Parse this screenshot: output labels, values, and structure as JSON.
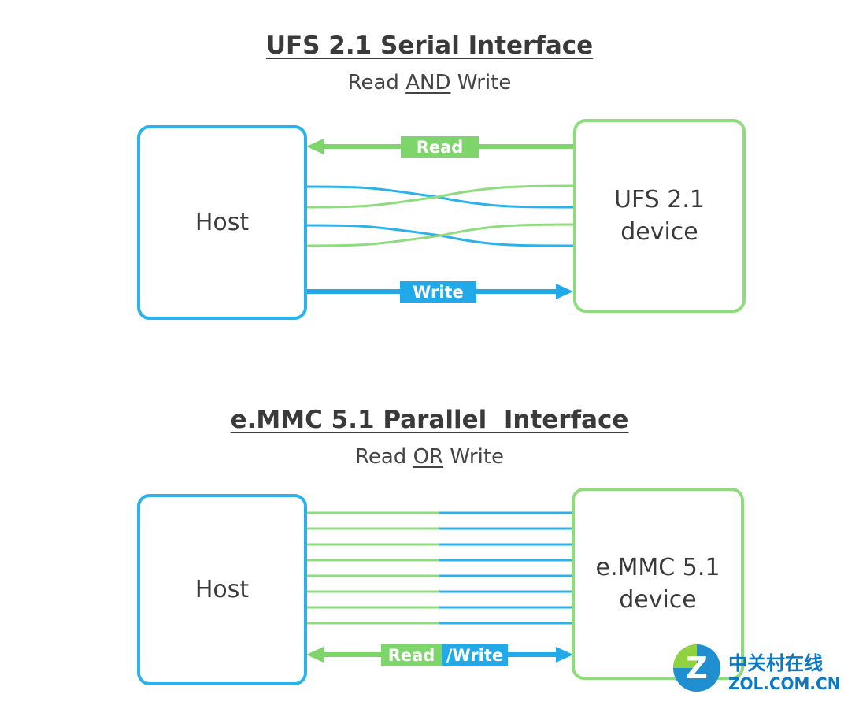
{
  "top": {
    "title": "UFS 2.1 Serial Interface",
    "subtitle_start": "Read ",
    "subtitle_mid": "AND",
    "subtitle_end": " Write",
    "host_label": "Host",
    "device_line1": "UFS 2.1",
    "device_line2": "device",
    "read_label": "Read",
    "write_label": "Write"
  },
  "bottom": {
    "title": "e.MMC 5.1 Parallel  Interface",
    "subtitle_start": "Read ",
    "subtitle_mid": "OR",
    "subtitle_end": " Write",
    "host_label": "Host",
    "device_line1": "e.MMC 5.1",
    "device_line2": "device",
    "read_label": "Read",
    "write_label": "/Write"
  },
  "watermark": {
    "logo_letter": "Z",
    "cn_text": "中关村在线",
    "en_text": "ZOL.COM.CN"
  },
  "colors": {
    "blue": "#2bb2ec",
    "green": "#8fdc7e",
    "read_tag": "#7ed56b",
    "write_tag": "#22a9ea",
    "text": "#3a3a3a"
  }
}
